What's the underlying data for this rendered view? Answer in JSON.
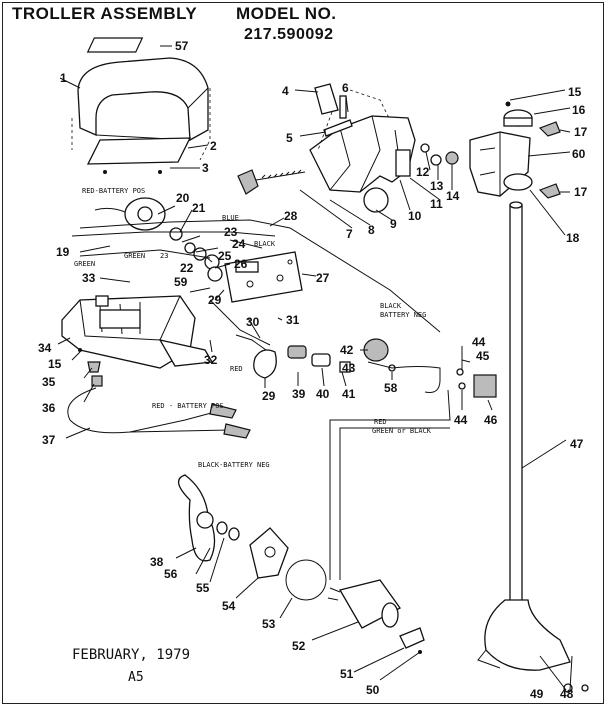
{
  "header": {
    "title": "TROLLER ASSEMBLY",
    "model_label": "MODEL NO.",
    "model_number": "217.590092"
  },
  "footer": {
    "date": "FEBRUARY, 1979",
    "code": "A5"
  },
  "wire_labels": {
    "red_battery_pos_top": "RED-BATTERY POS",
    "blue": "BLUE",
    "black": "BLACK",
    "green": "GREEN",
    "green2": "GREEN",
    "black_battery_neg": "BLACK",
    "battery_neg": "BATTERY NEG",
    "red": "RED",
    "red2": "RED",
    "green_or_black": "GREEN or BLACK",
    "red_battery_pos_bottom": "RED - BATTERY POS",
    "black_battery_neg_bottom": "BLACK-BATTERY NEG",
    "small_23": "23"
  },
  "parts": {
    "p1": "1",
    "p2": "2",
    "p3": "3",
    "p4": "4",
    "p5": "5",
    "p6": "6",
    "p7": "7",
    "p8": "8",
    "p9": "9",
    "p10": "10",
    "p11": "11",
    "p12": "12",
    "p13": "13",
    "p14": "14",
    "p15": "15",
    "p15b": "15",
    "p16": "16",
    "p17": "17",
    "p17b": "17",
    "p18": "18",
    "p19": "19",
    "p20": "20",
    "p21": "21",
    "p22": "22",
    "p23": "23",
    "p24": "24",
    "p25": "25",
    "p26": "26",
    "p27": "27",
    "p28": "28",
    "p29": "29",
    "p29b": "29",
    "p30": "30",
    "p31": "31",
    "p32": "32",
    "p33": "33",
    "p34": "34",
    "p35": "35",
    "p36": "36",
    "p37": "37",
    "p38": "38",
    "p39": "39",
    "p40": "40",
    "p41": "41",
    "p42": "42",
    "p43": "43",
    "p44": "44",
    "p44b": "44",
    "p45": "45",
    "p46": "46",
    "p47": "47",
    "p48": "48",
    "p49": "49",
    "p50": "50",
    "p51": "51",
    "p52": "52",
    "p53": "53",
    "p54": "54",
    "p55": "55",
    "p56": "56",
    "p57": "57",
    "p58": "58",
    "p59": "59",
    "p60": "60"
  }
}
